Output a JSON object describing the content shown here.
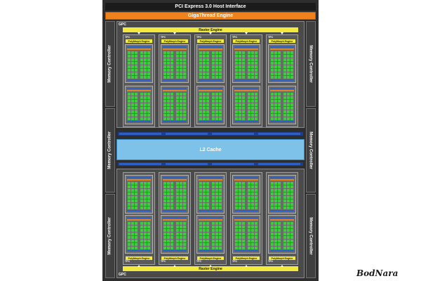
{
  "pcie_label": "PCI Express 3.0 Host Interface",
  "gigathread_label": "GigaThread Engine",
  "memory_controller_label": "Memory Controller",
  "gpc_label": "GPC",
  "raster_engine_label": "Raster Engine",
  "tpc_label": "TPC",
  "polymorph_engine_label": "PolyMorph Engine",
  "sm_label": "SM",
  "l2_cache_label": "L2 Cache",
  "watermark": "BodNara",
  "colors": {
    "pcie": "#1b1b1b",
    "gigathread": "#f0821e",
    "raster": "#f2ea3c",
    "core": "#3ccd3c",
    "l2": "#7ec2ea",
    "memory_strip": "#1c3e8c",
    "band_orange": "#e8821e",
    "band_blue": "#2a60c8"
  }
}
